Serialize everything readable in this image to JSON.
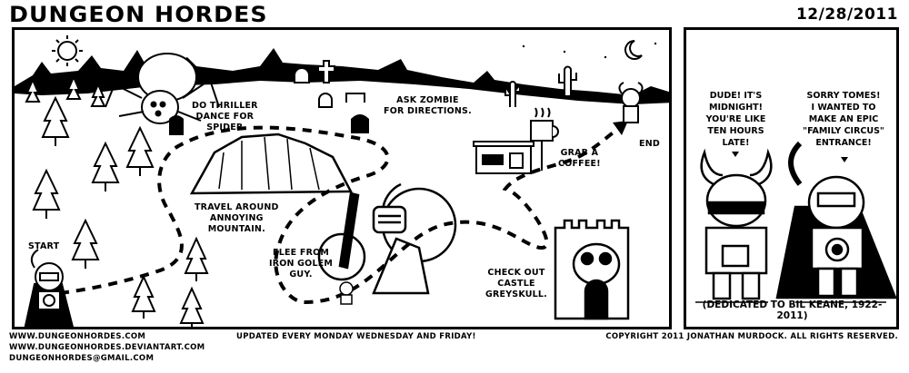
{
  "header": {
    "title": "DUNGEON HORDES",
    "date": "12/28/2011"
  },
  "panel1": {
    "captions": {
      "start": "START",
      "spider": "DO THRILLER\nDANCE FOR\nSPIDER",
      "zombie": "ASK ZOMBIE\nFOR DIRECTIONS.",
      "mountain": "TRAVEL AROUND\nANNOYING\nMOUNTAIN.",
      "golem": "FLEE FROM\nIRON GOLEM\nGUY.",
      "castle": "CHECK OUT\nCASTLE\nGREYSKULL.",
      "coffee": "GRAB A\nCOFFEE!",
      "end": "END"
    }
  },
  "panel2": {
    "bubble_left": "DUDE! IT'S\nMIDNIGHT!\nYOU'RE LIKE\nTEN HOURS\nLATE!",
    "bubble_right": "SORRY TOMES!\nI WANTED TO\nMAKE AN EPIC\n\"FAMILY CIRCUS\"\nENTRANCE!",
    "dedication": "(DEDICATED TO BIL KEANE, 1922-2011)"
  },
  "footer": {
    "links": [
      "WWW.DUNGEONHORDES.COM",
      "WWW.DUNGEONHORDES.DEVIANTART.COM",
      "DUNGEONHORDES@GMAIL.COM"
    ],
    "schedule": "UPDATED EVERY MONDAY WEDNESDAY AND FRIDAY!",
    "copyright": "COPYRIGHT 2011 JONATHAN MURDOCK. ALL RIGHTS RESERVED."
  }
}
